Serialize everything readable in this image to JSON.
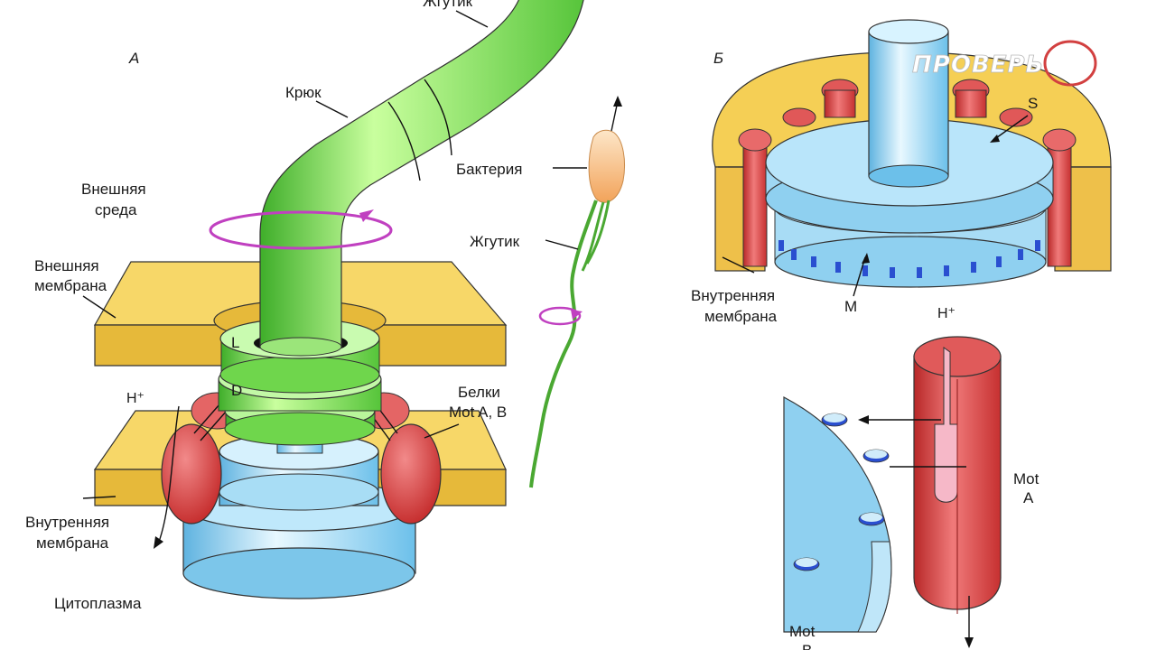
{
  "panels": {
    "a": {
      "letter": "А",
      "labels": {
        "flagellum": "Жгутик",
        "hook": "Крюк",
        "bacterium": "Бактерия",
        "flagellum_small": "Жгутик",
        "outer_env_1": "Внешняя",
        "outer_env_2": "среда",
        "outer_mem_1": "Внешняя",
        "outer_mem_2": "мембрана",
        "ring_l": "L",
        "ring_d": "D",
        "proton": "H⁺",
        "proteins_1": "Белки",
        "proteins_2": "Mot A, B",
        "inner_mem_1": "Внутренняя",
        "inner_mem_2": "мембрана",
        "cytoplasm": "Цитоплазма"
      }
    },
    "b": {
      "letter": "Б",
      "labels": {
        "ring_s": "S",
        "ring_m": "M",
        "inner_mem_1": "Внутренняя",
        "inner_mem_2": "мембрана",
        "proton": "H⁺",
        "mot_a_1": "Mot",
        "mot_a_2": "A",
        "mot_b_1": "Mot",
        "mot_b_2": "B"
      }
    }
  },
  "watermark": "ПРОВЕРЬ",
  "colors": {
    "flagellum_green": "#7fe05a",
    "membrane_yellow": "#f2c94c",
    "motor_red": "#d94040",
    "rotor_blue": "#8fd0f0",
    "rotation_arrow": "#c040c0"
  }
}
